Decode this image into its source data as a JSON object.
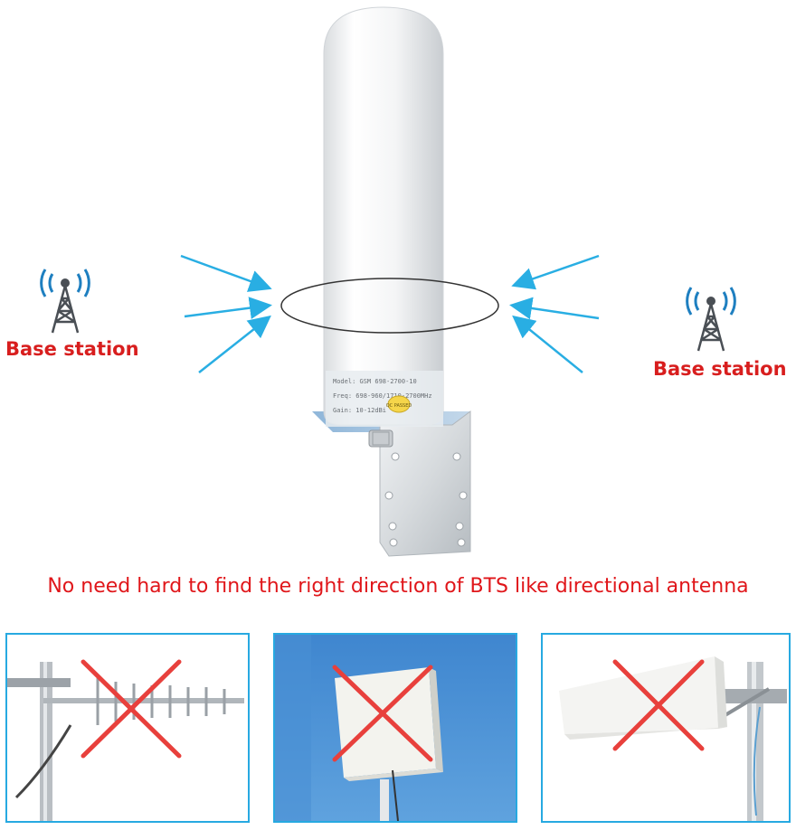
{
  "base_station_left": {
    "label": "Base station",
    "icon": "cell-tower-icon"
  },
  "base_station_right": {
    "label": "Base station",
    "icon": "cell-tower-icon"
  },
  "antenna": {
    "label_lines": [
      "Model: GSM 698-2700-10",
      "Freq: 698-960/1710-2700MHz",
      "Gain: 10-12dBi"
    ],
    "badge": "QC PASSED"
  },
  "caption": "No need hard to find the right direction of BTS like directional antenna",
  "panels": [
    {
      "name": "yagi-antenna",
      "crossed": true
    },
    {
      "name": "panel-antenna",
      "crossed": true
    },
    {
      "name": "log-periodic-antenna",
      "crossed": true
    }
  ],
  "colors": {
    "accent_red": "#e0161a",
    "arrow_blue": "#29aee3",
    "panel_border": "#27a9e1",
    "cross_red": "#e8403c"
  }
}
